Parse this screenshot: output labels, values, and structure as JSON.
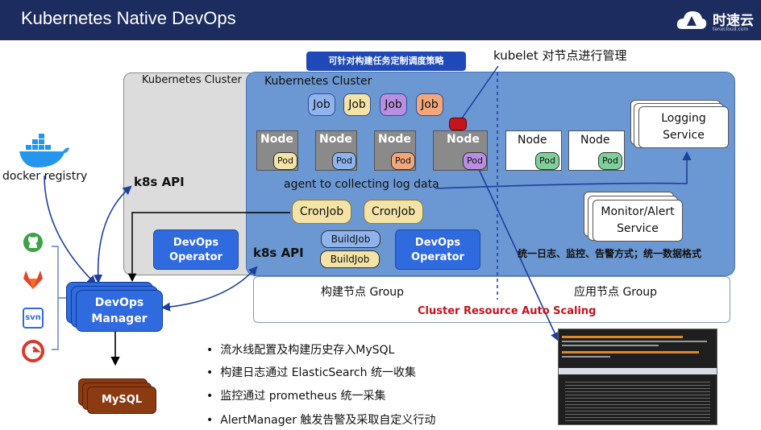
{
  "header": {
    "title": "Kubernetes Native DevOps",
    "logo_text": "时速云",
    "logo_sub": "tenxcloud.com"
  },
  "labels": {
    "strategy_tag": "可针对构建任务定制调度策略",
    "kubelet": "kubelet 对节点进行管理",
    "grey_cluster": "Kubernetes Cluster",
    "blue_cluster": "Kubernetes Cluster",
    "docker_registry": "docker registry",
    "k8s_api_left": "k8s API",
    "k8s_api_mid": "k8s API",
    "agent_log": "agent to collecting log data",
    "unified": "统一日志、监控、告警方式；统一数据格式",
    "build_group": "构建节点  Group",
    "app_group": "应用节点 Group",
    "auto_scaling": "Cluster Resource Auto Scaling",
    "svn": "svn"
  },
  "jobs": [
    "Job",
    "Job",
    "Job",
    "Job"
  ],
  "build_nodes": [
    {
      "label": "Node",
      "pod": "Pod"
    },
    {
      "label": "Node",
      "pod": "Pod"
    },
    {
      "label": "Node",
      "pod": "Pod"
    },
    {
      "label": "Node",
      "pod": "Pod"
    }
  ],
  "app_nodes": [
    {
      "label": "Node",
      "pod": "Pod"
    },
    {
      "label": "Node",
      "pod": "Pod"
    }
  ],
  "cronjobs": [
    "CronJob",
    "CronJob"
  ],
  "buildjobs": [
    "BuildJob",
    "BuildJob"
  ],
  "operators": {
    "left_line1": "DevOps",
    "left_line2": "Operator",
    "right_line1": "DevOps",
    "right_line2": "Operator"
  },
  "services": {
    "logging_line1": "Logging",
    "logging_line2": "Service",
    "monitor_line1": "Monitor/Alert",
    "monitor_line2": "Service"
  },
  "manager": {
    "line1": "DevOps",
    "line2": "Manager"
  },
  "mysql": "MySQL",
  "bullets": [
    "流水线配置及构建历史存入MySQL",
    "构建日志通过 ElasticSearch 统一收集",
    "监控通过 prometheus 统一采集",
    "AlertManager 触发告警及采取自定义行动"
  ],
  "colors": {
    "header": "#1c2c5e",
    "cluster_blue": "#6b97d2",
    "cluster_grey": "#dcdcdc",
    "operator": "#2f6bde",
    "cron": "#f4e3a6",
    "mysql": "#8b3a12",
    "auto_scaling": "#c0151f",
    "job_colors": [
      "#8fb3ec",
      "#f4e3a6",
      "#b88fe0",
      "#f2a77a"
    ],
    "pod_colors": [
      "#f4e3a6",
      "#8fb3ec",
      "#f2a77a",
      "#b88fe0",
      "#7fcf9a",
      "#7fcf9a"
    ]
  },
  "icons": [
    "docker-whale-icon",
    "github-icon",
    "gitlab-icon",
    "svn-icon",
    "gogs-icon",
    "tenxcloud-logo-icon"
  ]
}
